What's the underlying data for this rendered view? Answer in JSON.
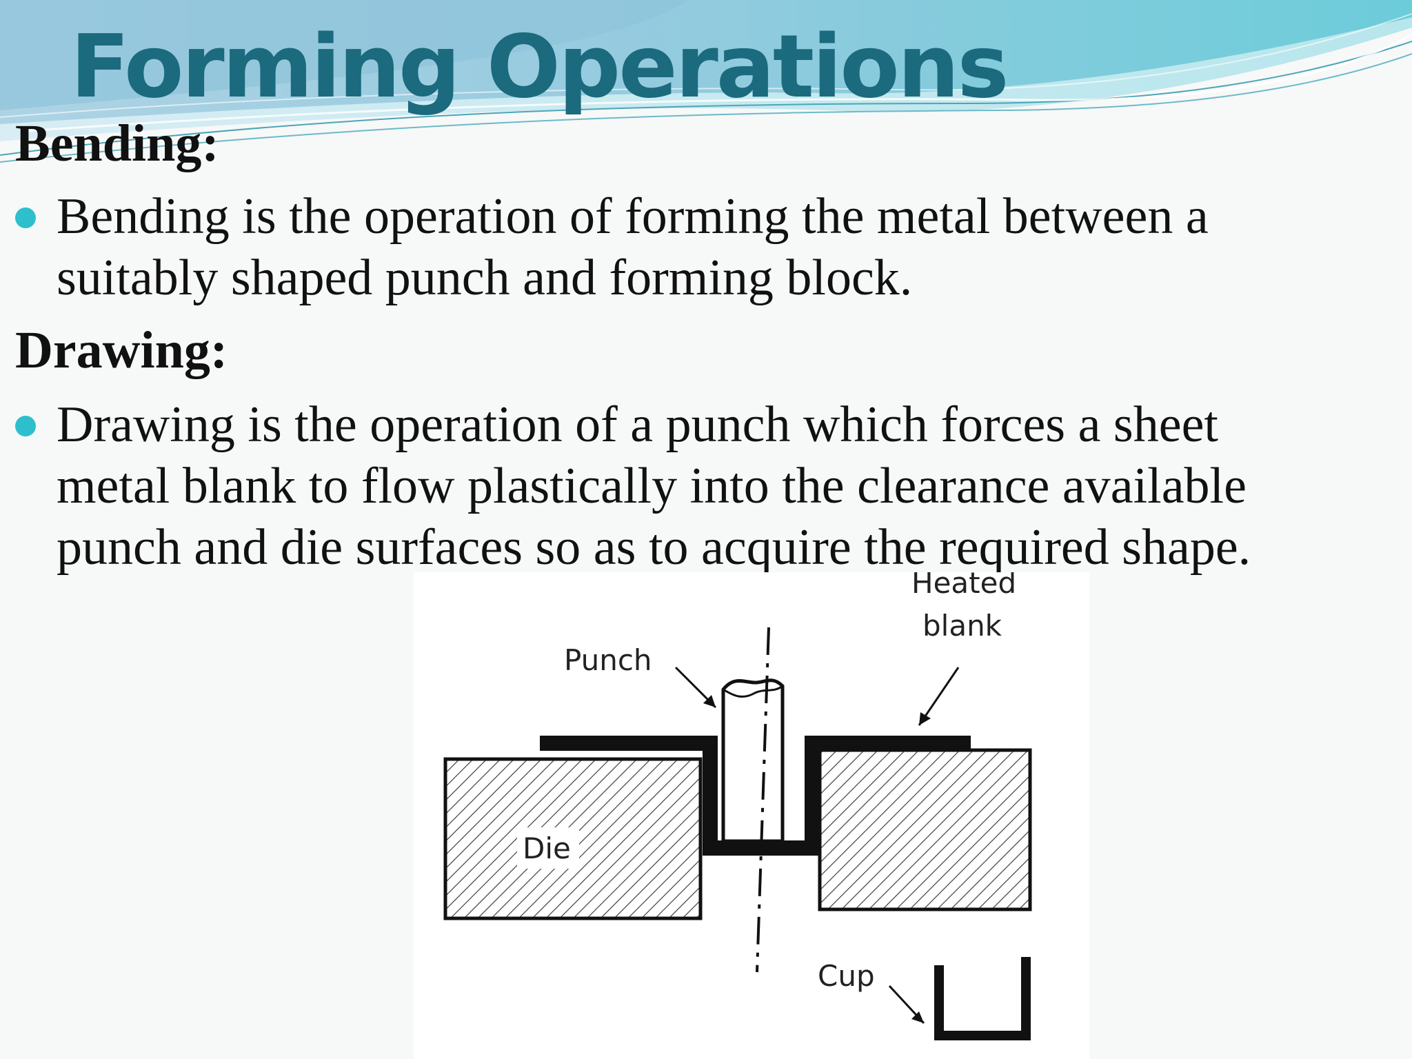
{
  "slide": {
    "title": "Forming Operations",
    "accent_color": "#1b6a7d",
    "bullet_color": "#2dbfcc"
  },
  "sections": [
    {
      "heading": "Bending:",
      "lines": [
        "Bending is the operation of forming the metal between a",
        "suitably shaped punch and forming block."
      ]
    },
    {
      "heading": "Drawing:",
      "lines": [
        "Drawing is the operation of a punch which forces a sheet",
        "metal blank to flow plastically into the clearance available",
        "punch and die surfaces so as to acquire the required shape."
      ]
    }
  ],
  "figure": {
    "labels": {
      "punch": "Punch",
      "heated": "Heated",
      "blank": "blank",
      "die": "Die",
      "cup": "Cup"
    }
  }
}
